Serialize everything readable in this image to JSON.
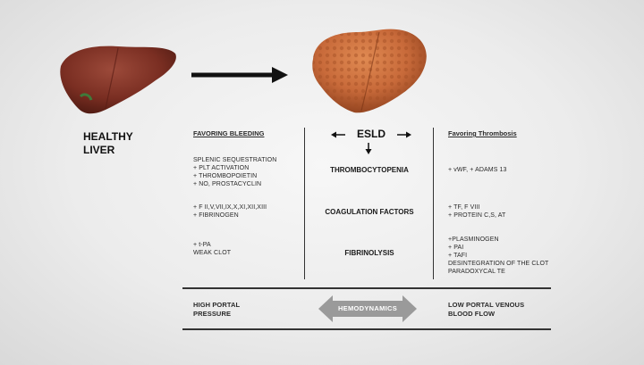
{
  "healthy_label": [
    "HEALTHY",
    "LIVER"
  ],
  "esld_label": "ESLD",
  "left_header": "FAVORING BLEEDING",
  "right_header": "Favoring Thrombosis",
  "left_groups": [
    [
      "SPLENIC SEQUESTRATION",
      "+ PLT ACTIVATION",
      "+ THROMBOPOIETIN",
      "+ NO, PROSTACYCLIN"
    ],
    [
      "+ F II,V,VII,IX,X,XI,XII,XIII",
      "+ FIBRINOGEN"
    ],
    [
      "+ t-PA",
      "WEAK CLOT"
    ]
  ],
  "middle_items": [
    "THROMBOCYTOPENIA",
    "COAGULATION FACTORS",
    "FIBRINOLYSIS"
  ],
  "right_groups": [
    [
      "+ vWF, + ADAMS 13"
    ],
    [
      "+ TF, F VIII",
      "+ PROTEIN C,S, AT"
    ],
    [
      "+PLASMINOGEN",
      "+ PAI",
      "+ TAFI",
      "DESINTEGRATION OF THE CLOT",
      "PARADOXYCAL TE"
    ]
  ],
  "bottom_left": [
    "HIGH PORTAL",
    "PRESSURE"
  ],
  "bottom_center": "HEMODYNAMICS",
  "bottom_right": [
    "LOW PORTAL VENOUS",
    "BLOOD FLOW"
  ],
  "colors": {
    "healthy_liver": "#7a2e22",
    "diseased_liver": "#c86a3a",
    "text": "#2a2a2a",
    "hemodynamics_arrow": "#9a9a9a"
  }
}
